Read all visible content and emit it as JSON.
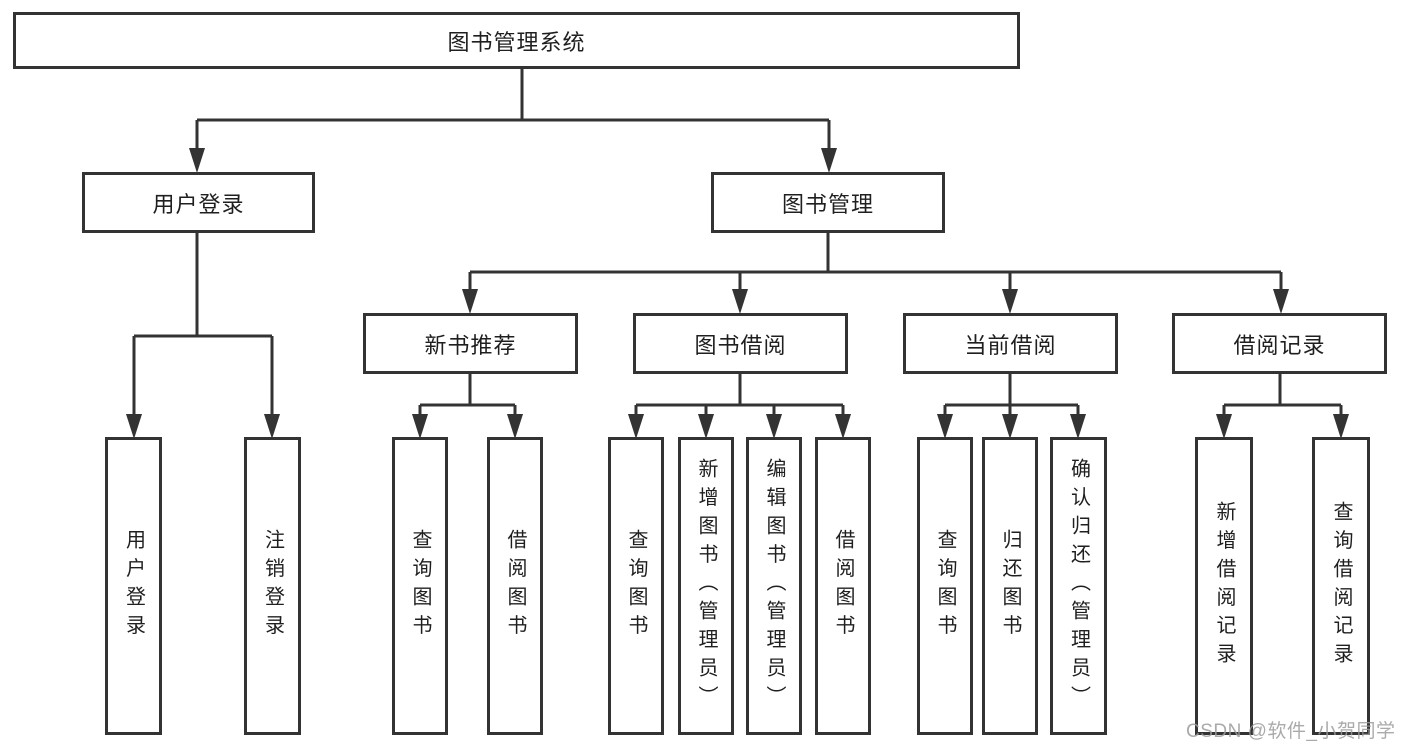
{
  "tree": {
    "label": "图书管理系统",
    "children": [
      {
        "label": "用户登录",
        "children": [
          {
            "label": "用户登录"
          },
          {
            "label": "注销登录"
          }
        ]
      },
      {
        "label": "图书管理",
        "children": [
          {
            "label": "新书推荐",
            "children": [
              {
                "label": "查询图书"
              },
              {
                "label": "借阅图书"
              }
            ]
          },
          {
            "label": "图书借阅",
            "children": [
              {
                "label": "查询图书"
              },
              {
                "label": "新增图书（管理员）"
              },
              {
                "label": "编辑图书（管理员）"
              },
              {
                "label": "借阅图书"
              }
            ]
          },
          {
            "label": "当前借阅",
            "children": [
              {
                "label": "查询图书"
              },
              {
                "label": "归还图书"
              },
              {
                "label": "确认归还（管理员）"
              }
            ]
          },
          {
            "label": "借阅记录",
            "children": [
              {
                "label": "新增借阅记录"
              },
              {
                "label": "查询借阅记录"
              }
            ]
          }
        ]
      }
    ]
  },
  "watermark": {
    "text": "CSDN @软件_小贺同学",
    "color": "#9c9c9c"
  },
  "colors": {
    "line": "#333333",
    "box_border": "#333333",
    "text": "#1f1f1f",
    "background": "#ffffff"
  }
}
